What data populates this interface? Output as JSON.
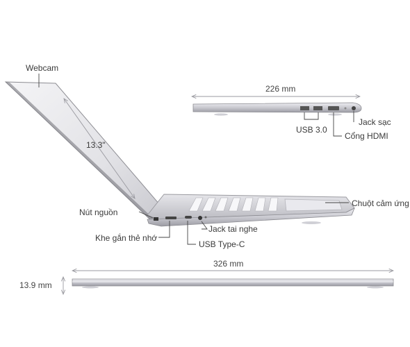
{
  "labels": {
    "webcam": "Webcam",
    "screen_size": "13.3\"",
    "power_button": "Nút nguồn",
    "card_slot": "Khe gắn thẻ nhớ",
    "audio_jack": "Jack tai nghe",
    "usb_c": "USB Type-C",
    "touchpad": "Chuột cảm ứng",
    "usb3": "USB 3.0",
    "hdmi": "Cổng HDMI",
    "charger": "Jack sạc"
  },
  "dimensions": {
    "depth": "226 mm",
    "width": "326 mm",
    "thickness": "13.9 mm"
  },
  "colors": {
    "body_silver": "#d9d9de",
    "edge_dark": "#6b6b70",
    "leader_line": "#444444",
    "dim_line": "#9a9aa0"
  }
}
